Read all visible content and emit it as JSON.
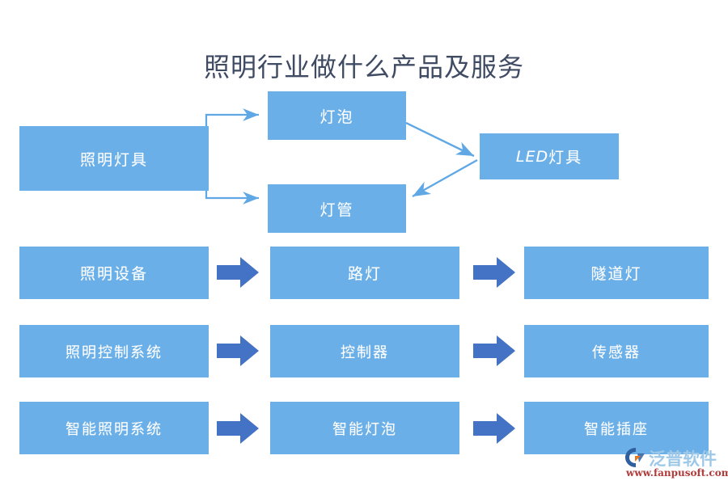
{
  "page": {
    "title": "照明行业做什么产品及服务",
    "background": "#ffffff"
  },
  "colors": {
    "box_fill": "#6AAFE8",
    "box_text": "#ffffff",
    "block_arrow": "#4472C4",
    "thin_connector": "#5FA8E5",
    "title_text": "#3F4A63",
    "watermark_brand": "#9EC8E8",
    "watermark_url": "#B03A3A"
  },
  "diagram": {
    "type": "flowchart",
    "group_top": {
      "source": {
        "label": "照明灯具"
      },
      "branches": [
        {
          "label": "灯泡"
        },
        {
          "label": "灯管"
        }
      ],
      "target": {
        "label_prefix": "LED",
        "label_suffix": "灯具",
        "label": "LED灯具"
      },
      "connectors": [
        {
          "from": "照明灯具",
          "to": "灯泡",
          "style": "elbow-thin-arrow"
        },
        {
          "from": "照明灯具",
          "to": "灯管",
          "style": "elbow-thin-arrow"
        },
        {
          "from": "灯泡",
          "to": "LED灯具",
          "style": "diagonal-thin-arrow"
        },
        {
          "from": "LED灯具",
          "to": "灯管",
          "style": "diagonal-thin-arrow"
        }
      ]
    },
    "rows": [
      {
        "id": "row-equipment",
        "steps": [
          "照明设备",
          "路灯",
          "隧道灯"
        ],
        "arrow_style": "block-arrow"
      },
      {
        "id": "row-control",
        "steps": [
          "照明控制系统",
          "控制器",
          "传感器"
        ],
        "arrow_style": "block-arrow"
      },
      {
        "id": "row-smart",
        "steps": [
          "智能照明系统",
          "智能灯泡",
          "智能插座"
        ],
        "arrow_style": "block-arrow"
      }
    ]
  },
  "watermark": {
    "brand": "泛普软件",
    "url": "www.fanpusoft.com",
    "icon": "fanpu-logo-icon"
  }
}
